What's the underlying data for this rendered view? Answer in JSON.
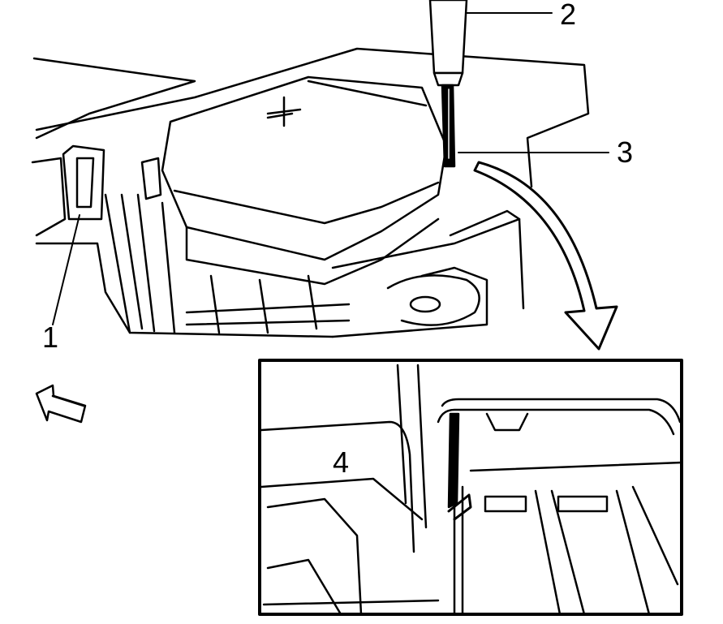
{
  "callouts": {
    "c1": "1",
    "c2": "2",
    "c3": "3",
    "c4": "4"
  },
  "colors": {
    "line": "#000000",
    "background": "#ffffff"
  },
  "icons": {
    "direction_arrow": "front-direction-arrow-icon",
    "rotation_arrow": "curved-arrow-icon"
  }
}
